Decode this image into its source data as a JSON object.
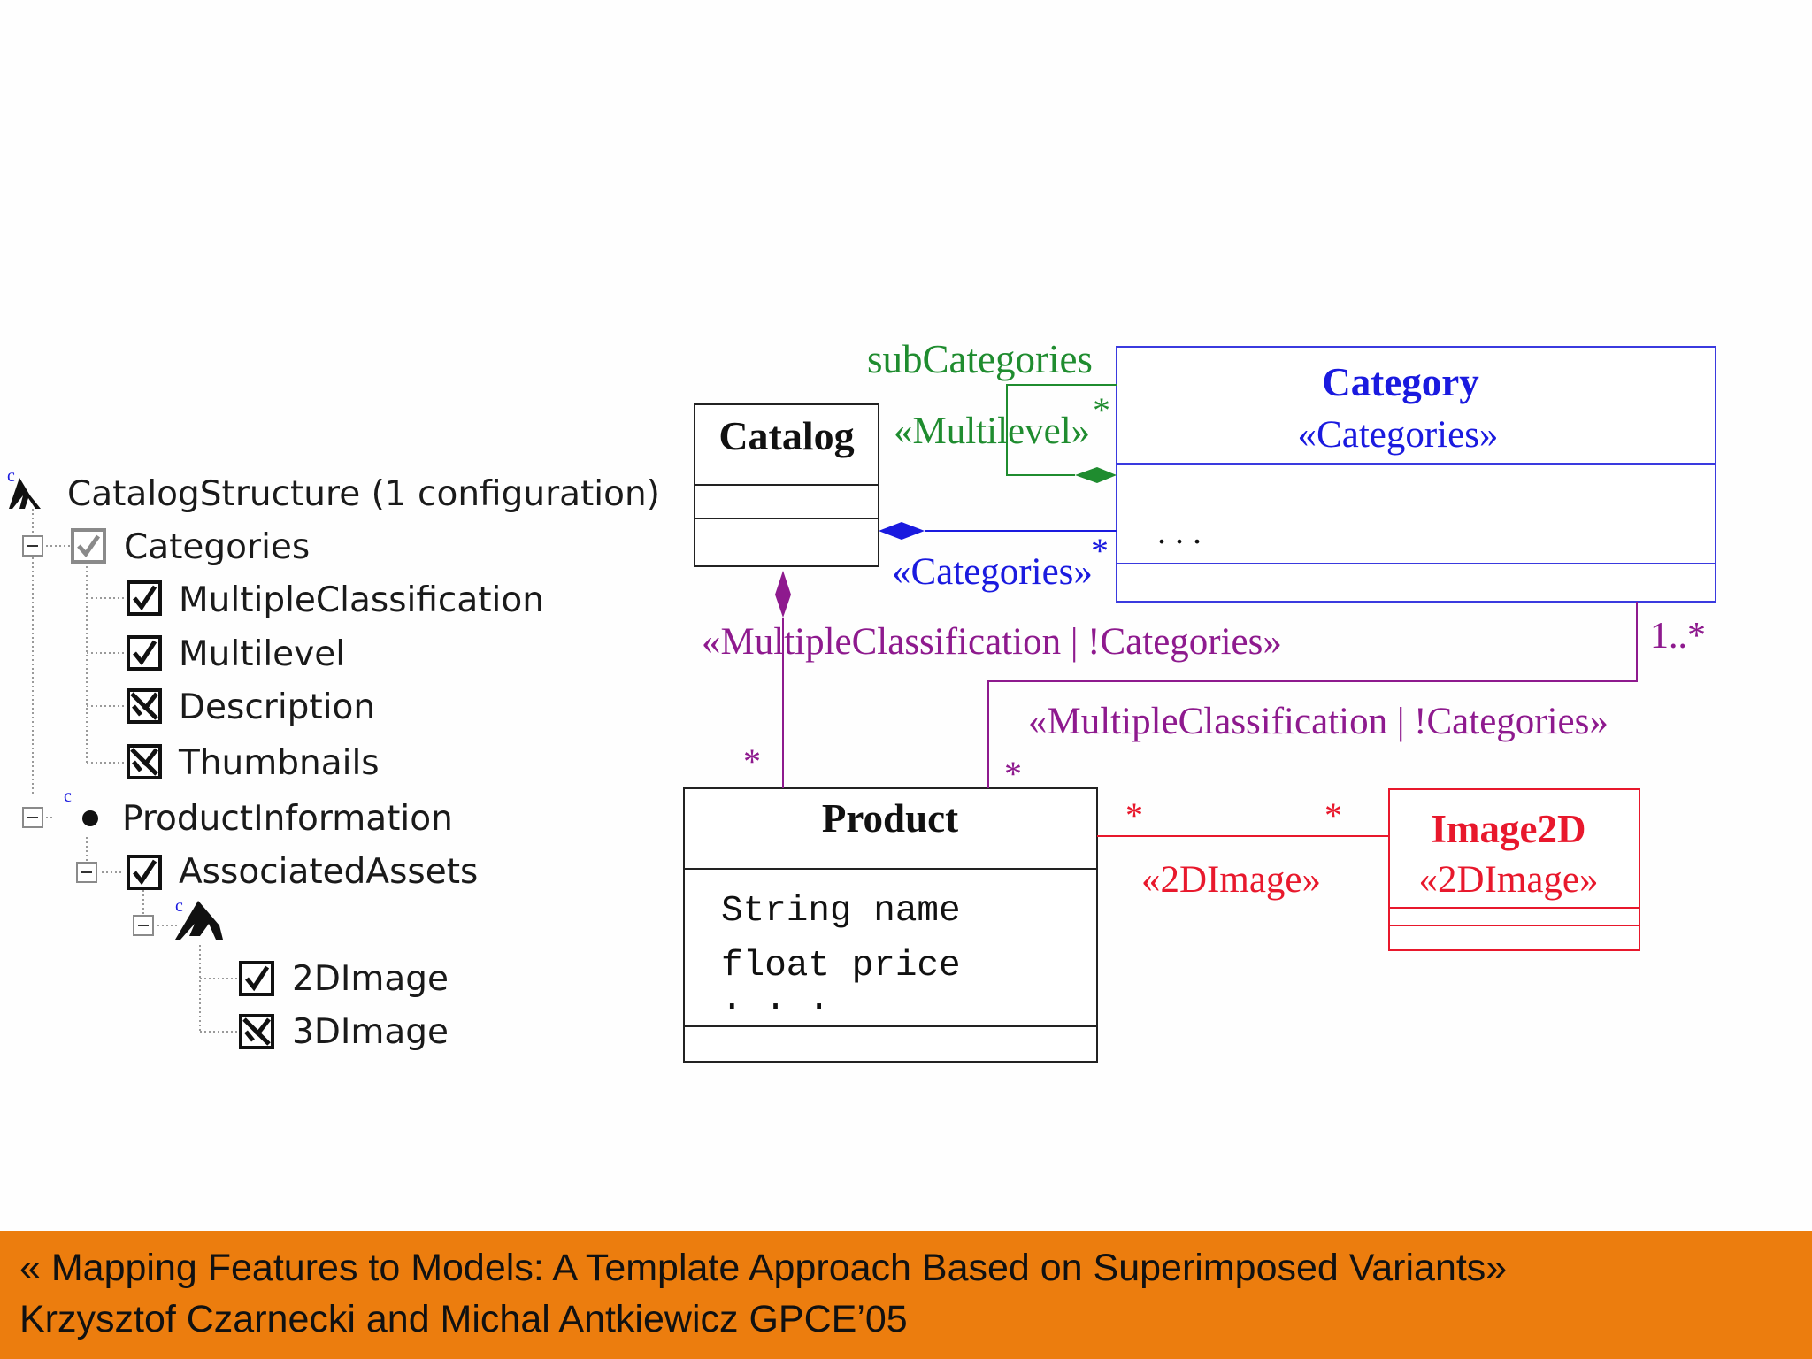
{
  "tree": {
    "root": "CatalogStructure (1 configuration)",
    "categories": "Categories",
    "multiple_classification": "MultipleClassification",
    "multilevel": "Multilevel",
    "description": "Description",
    "thumbnails": "Thumbnails",
    "product_information": "ProductInformation",
    "associated_assets": "AssociatedAssets",
    "image2d": "2DImage",
    "image3d": "3DImage",
    "badge": "c"
  },
  "uml": {
    "catalog": "Catalog",
    "category": "Category",
    "category_stereotype": "«Categories»",
    "category_attr": ". . .",
    "product": "Product",
    "product_attr1": "String name",
    "product_attr2": "float price",
    "product_attr3": ". . .",
    "image2d": "Image2D",
    "image2d_stereotype": "«2DImage»",
    "sub_categories": "subCategories",
    "multilevel": "«Multilevel»",
    "categories_assoc": "«Categories»",
    "multi_class_1": "«MultipleClassification | !Categories»",
    "multi_class_2": "«MultipleClassification | !Categories»",
    "image_assoc": "«2DImage»",
    "star": "*",
    "one_many": "1..*"
  },
  "colors": {
    "green": "#1f8c2f",
    "blue": "#1a1adf",
    "purple": "#8e1a8e",
    "red": "#e8182c",
    "footer": "#ec7d0e"
  },
  "footer": {
    "line1": "« Mapping Features to Models: A Template Approach Based on Superimposed Variants»",
    "line2": "Krzysztof Czarnecki and Michal Antkiewicz GPCE’05"
  }
}
